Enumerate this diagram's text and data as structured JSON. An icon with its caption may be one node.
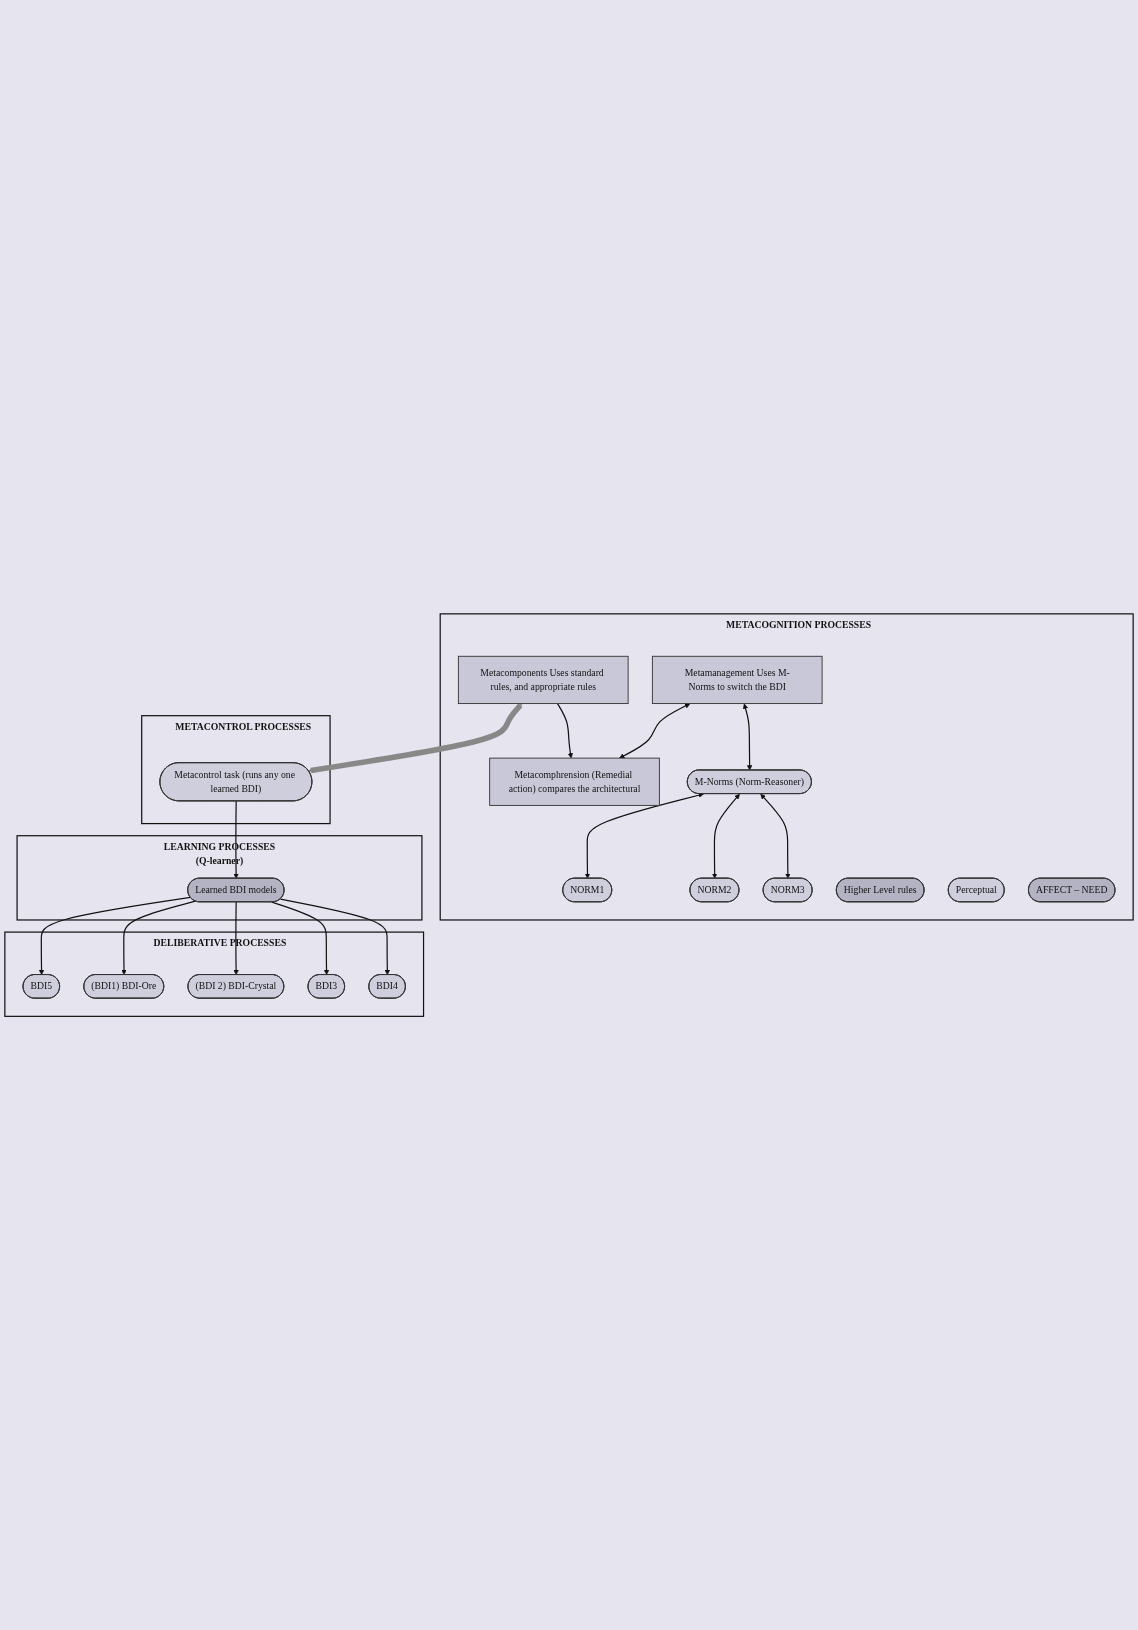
{
  "diagram": {
    "nodes": [
      {
        "text": [
          "METACOGNITION PROCESSES"
        ]
      },
      {
        "text": [
          "Metamanagement Uses M-Norms to switch the BDI"
        ],
        "in": 0
      },
      {
        "text": [
          "M-Norms (Norm-Reasoner)"
        ],
        "in": 0
      },
      {
        "text": [
          "NORM1"
        ],
        "in": 0
      },
      {
        "text": [
          "NORM2"
        ],
        "in": 0
      },
      {
        "text": [
          "NORM3"
        ],
        "in": 0
      },
      {
        "text": [
          "Metacomphrension (Remedial action) compares the architectural"
        ],
        "in": 0
      },
      {
        "text": [
          "Higher Level rules"
        ],
        "in": 0
      },
      {
        "text": [
          "Perceptual"
        ],
        "in": 0
      },
      {
        "text": [
          "Metacomponents Uses standard rules, and appropriate rules"
        ],
        "in": 0
      },
      {
        "text": [
          "AFFECT – NEED"
        ],
        "in": 0
      },
      {
        "text": [
          "METACONTROL PROCESSES"
        ]
      },
      {
        "text": [
          "Metacontrol task (runs any one learned BDI)"
        ],
        "in": 11
      },
      {
        "text": [
          "LEARNING PROCESSES",
          "(Q-learner)"
        ]
      },
      {
        "text": [
          "Learned BDI models"
        ],
        "in": 13
      },
      {
        "text": [
          "DELIBERATIVE PROCESSES"
        ]
      },
      {
        "text": [
          "BDI5"
        ],
        "in": 15
      },
      {
        "text": [
          "(BDI1) BDI-Ore"
        ],
        "in": 15
      },
      {
        "text": [
          "(BDI 2) BDI-Crystal"
        ],
        "in": 15
      },
      {
        "text": [
          "BDI3"
        ],
        "in": 15
      },
      {
        "text": [
          "BDI4"
        ],
        "in": 15
      }
    ],
    "edges": [
      {
        "from": 1,
        "to": 2,
        "arrow": "both"
      },
      {
        "from": 2,
        "to": 3,
        "arrow": "both"
      },
      {
        "from": 2,
        "to": 4,
        "arrow": "both"
      },
      {
        "from": 2,
        "to": 5,
        "arrow": "both"
      },
      {
        "from": 1,
        "to": 6,
        "arrow": "both"
      },
      {
        "from": 9,
        "to": 6,
        "arrow": "to"
      },
      {
        "from": 9,
        "to": 12,
        "arrow": "both",
        "style": "thick",
        "color": "#888888"
      },
      {
        "from": 12,
        "to": 14,
        "arrow": "to"
      },
      {
        "from": 14,
        "to": 16,
        "arrow": "to"
      },
      {
        "from": 14,
        "to": 17,
        "arrow": "to"
      },
      {
        "from": 14,
        "to": 18,
        "arrow": "to"
      },
      {
        "from": 14,
        "to": 19,
        "arrow": "to"
      },
      {
        "from": 14,
        "to": 20,
        "arrow": "to"
      }
    ]
  }
}
